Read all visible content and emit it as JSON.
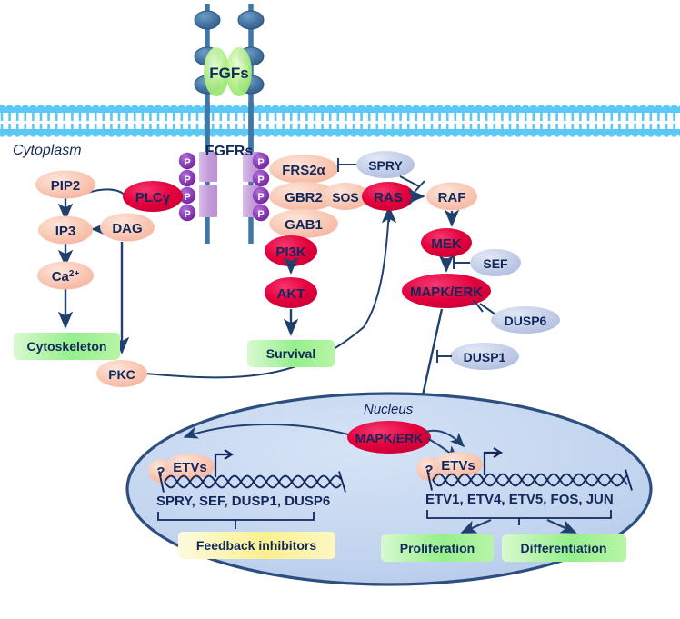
{
  "title": "FGF/FGFR signaling pathway diagram",
  "compartments": {
    "cytoplasm_label": "Cytoplasm",
    "nucleus_label": "Nucleus",
    "membrane_name": "plasma-membrane"
  },
  "ligand": {
    "label": "FGFs",
    "color": "#9fe870"
  },
  "receptor": {
    "label": "FGFRs",
    "stem_color": "#3f77a8",
    "domain_color": "#c39bd8"
  },
  "phospho": {
    "label": "P",
    "color": "#7b2fa8"
  },
  "nodes": {
    "plcg": "PLCγ",
    "pip2": "PIP2",
    "ip3": "IP3",
    "dag": "DAG",
    "ca": "Ca2+",
    "ca_sup": "2+",
    "ca_base": "Ca",
    "pkc": "PKC",
    "cytoskeleton": "Cytoskeleton",
    "frs2a": "FRS2α",
    "gbr2": "GBR2",
    "gab1": "GAB1",
    "pi3k": "PI3K",
    "akt": "AKT",
    "survival": "Survival",
    "sos": "SOS",
    "ras": "RAS",
    "spry": "SPRY",
    "raf": "RAF",
    "mek": "MEK",
    "sef": "SEF",
    "mapk_erk": "MAPK/ERK",
    "dusp6": "DUSP6",
    "dusp1": "DUSP1",
    "mapk_erk_nuc": "MAPK/ERK"
  },
  "nucleus": {
    "left": {
      "question": "?",
      "etvs": "ETVs",
      "genes": "SPRY, SEF, DUSP1, DUSP6",
      "outcome": "Feedback inhibitors"
    },
    "right": {
      "question": "?",
      "etvs": "ETVs",
      "genes": "ETV1, ETV4, ETV5, FOS, JUN",
      "outcome_left": "Proliferation",
      "outcome_right": "Differentiation"
    }
  },
  "colors": {
    "pink_node": "#f9c3b0",
    "red_node": "#e4003c",
    "blue_node": "#c3cde8",
    "green_box": "#8ef08a",
    "yellow_box": "#fdf3a8",
    "nucleus_fill": "#c2d4ef",
    "nucleus_stroke": "#2d4f80",
    "membrane": "#5bc8f5",
    "arrow": "#20406e",
    "text": "#12285a"
  },
  "chart_data": {
    "type": "diagram",
    "title": "FGF/FGFR signaling pathway",
    "edges": [
      {
        "from": "FGFs",
        "to": "FGFRs",
        "type": "binding"
      },
      {
        "from": "FGFRs",
        "to": "PLCγ",
        "type": "activation"
      },
      {
        "from": "PIP2",
        "to": "IP3",
        "type": "activation"
      },
      {
        "from": "PIP2",
        "to": "DAG",
        "type": "activation"
      },
      {
        "from": "DAG",
        "to": "IP3",
        "type": "activation"
      },
      {
        "from": "IP3",
        "to": "Ca2+",
        "type": "activation"
      },
      {
        "from": "Ca2+",
        "to": "Cytoskeleton",
        "type": "activation"
      },
      {
        "from": "DAG",
        "to": "PKC",
        "type": "activation"
      },
      {
        "from": "PKC",
        "to": "RAF",
        "type": "activation"
      },
      {
        "from": "GAB1",
        "to": "PI3K",
        "type": "activation"
      },
      {
        "from": "PI3K",
        "to": "AKT",
        "type": "activation"
      },
      {
        "from": "AKT",
        "to": "Survival",
        "type": "activation"
      },
      {
        "from": "RAS",
        "to": "RAF",
        "type": "activation"
      },
      {
        "from": "SPRY",
        "to": "FRS2α",
        "type": "inhibition"
      },
      {
        "from": "SPRY",
        "to": "RAF",
        "type": "inhibition"
      },
      {
        "from": "RAF",
        "to": "MEK",
        "type": "activation"
      },
      {
        "from": "MEK",
        "to": "MAPK/ERK",
        "type": "activation"
      },
      {
        "from": "SEF",
        "to": "MEK-ERK",
        "type": "inhibition"
      },
      {
        "from": "DUSP6",
        "to": "MAPK/ERK",
        "type": "inhibition"
      },
      {
        "from": "DUSP1",
        "to": "MAPK/ERK-nuclear",
        "type": "inhibition"
      },
      {
        "from": "MAPK/ERK",
        "to": "Nucleus",
        "type": "translocation"
      },
      {
        "from": "MAPK/ERK-nuclear",
        "to": "ETVs-left",
        "type": "activation"
      },
      {
        "from": "MAPK/ERK-nuclear",
        "to": "ETVs-right",
        "type": "activation"
      },
      {
        "from": "SPRY, SEF, DUSP1, DUSP6",
        "to": "Feedback inhibitors",
        "type": "output"
      },
      {
        "from": "ETV1, ETV4, ETV5, FOS, JUN",
        "to": "Proliferation",
        "type": "output"
      },
      {
        "from": "ETV1, ETV4, ETV5, FOS, JUN",
        "to": "Differentiation",
        "type": "output"
      }
    ]
  }
}
